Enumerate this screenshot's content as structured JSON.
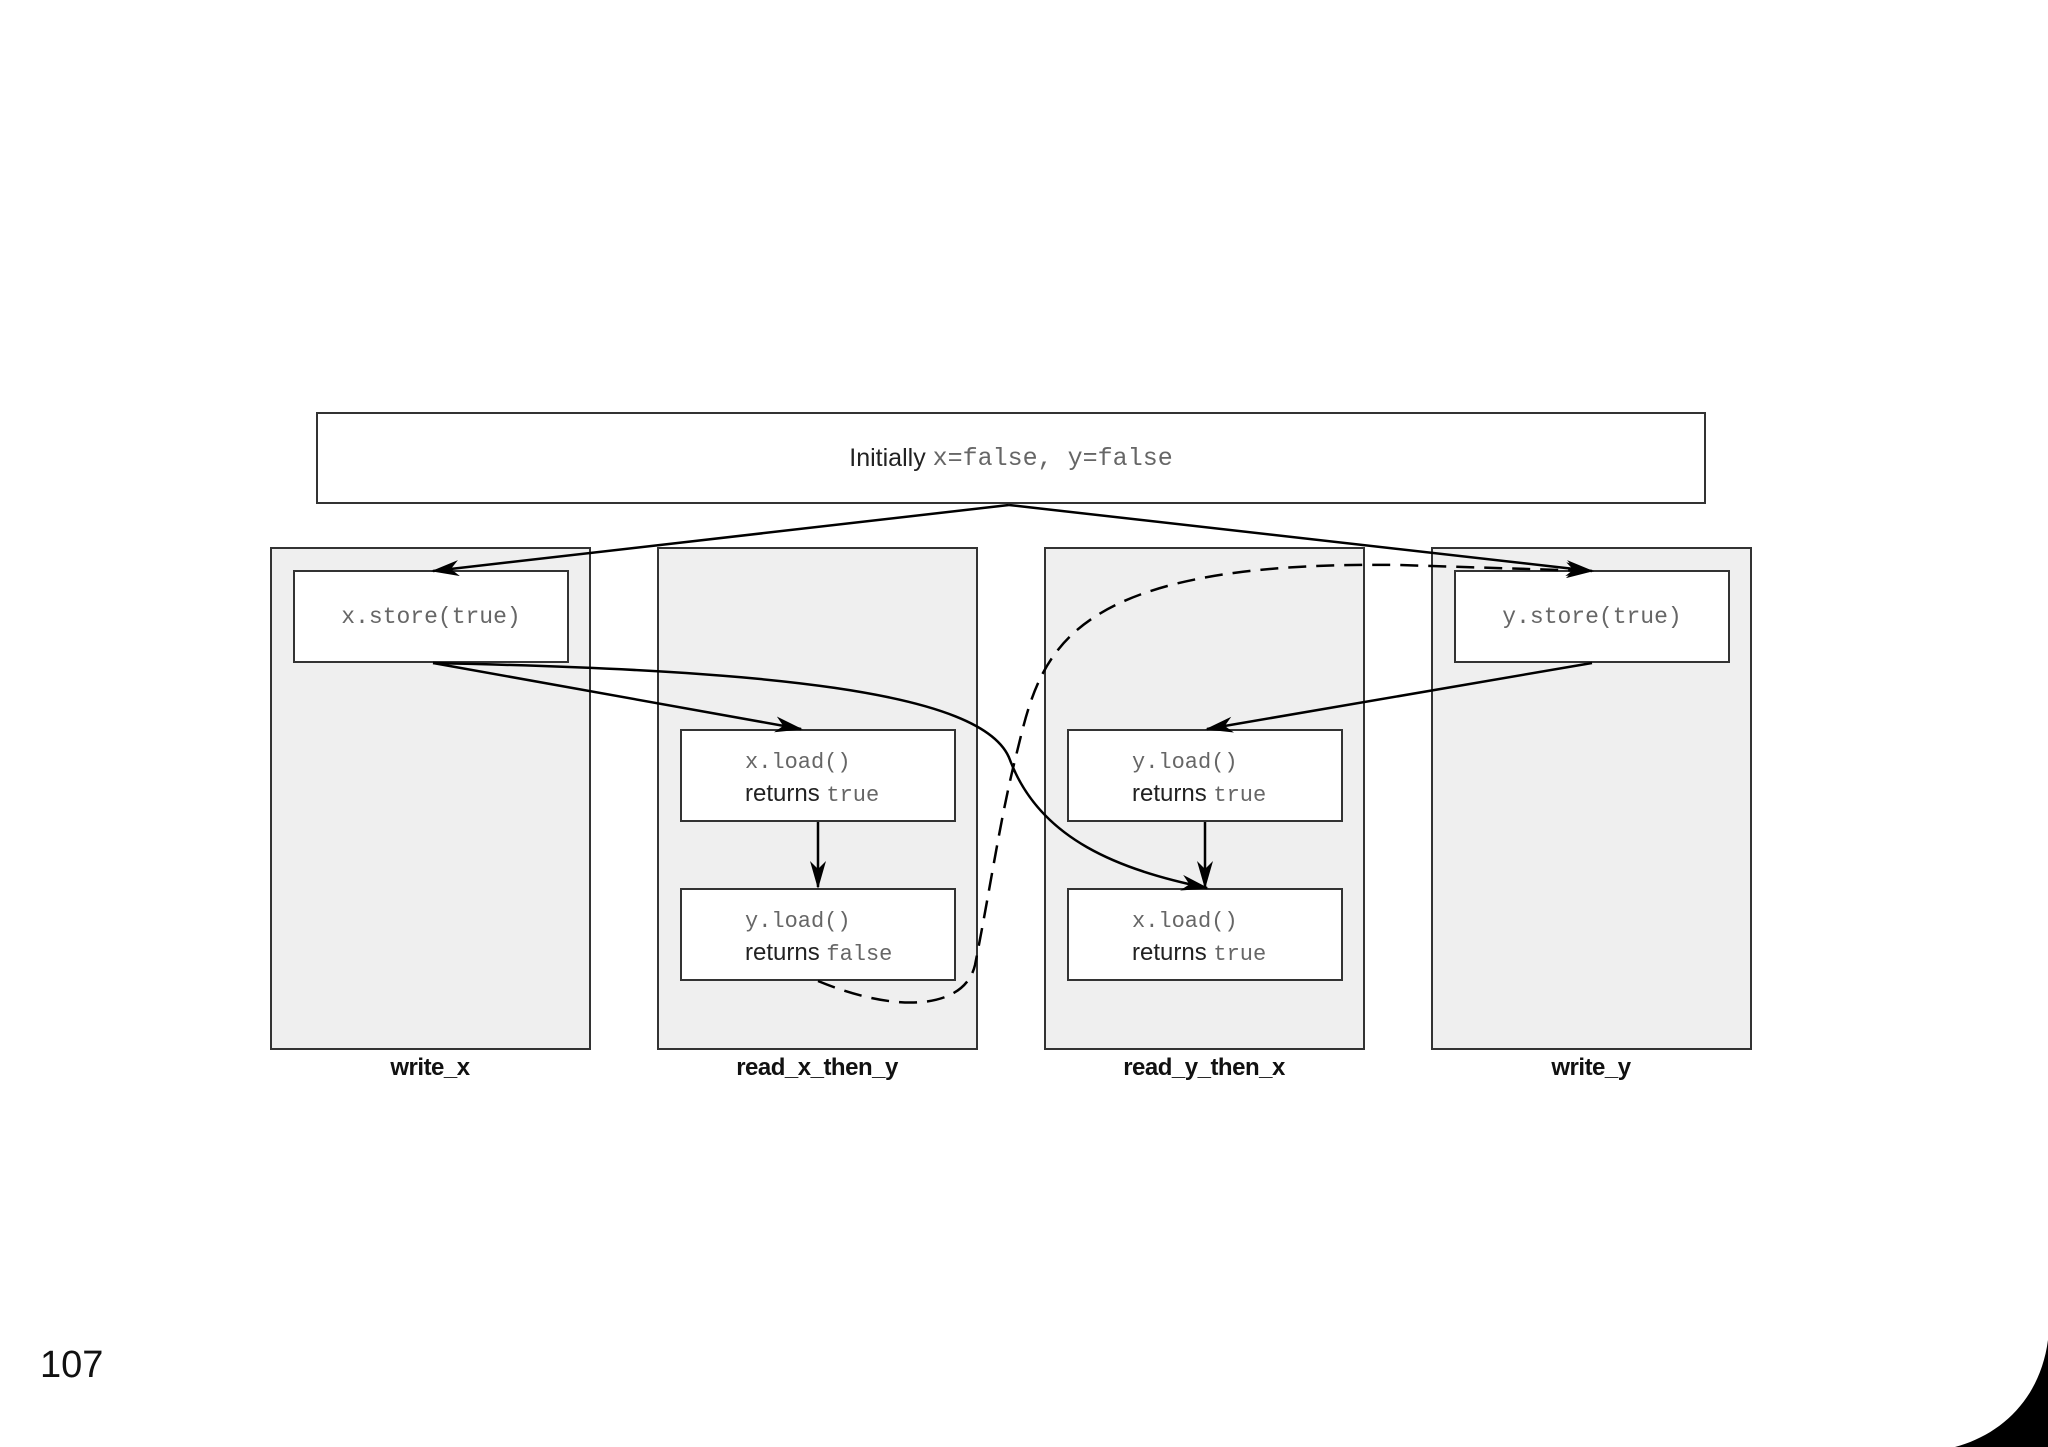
{
  "initial_state": {
    "prefix": "Initially",
    "code": "x=false, y=false"
  },
  "threads": [
    {
      "id": "write_x",
      "label": "write_x",
      "ops": [
        {
          "kind": "store",
          "code": "x.store(true)"
        }
      ]
    },
    {
      "id": "read_x_then_y",
      "label": "read_x_then_y",
      "ops": [
        {
          "kind": "load",
          "code": "x.load()",
          "returns_text": "returns",
          "returns_value": "true"
        },
        {
          "kind": "load",
          "code": "y.load()",
          "returns_text": "returns",
          "returns_value": "false"
        }
      ]
    },
    {
      "id": "read_y_then_x",
      "label": "read_y_then_x",
      "ops": [
        {
          "kind": "load",
          "code": "y.load()",
          "returns_text": "returns",
          "returns_value": "true"
        },
        {
          "kind": "load",
          "code": "x.load()",
          "returns_text": "returns",
          "returns_value": "true"
        }
      ]
    },
    {
      "id": "write_y",
      "label": "write_y",
      "ops": [
        {
          "kind": "store",
          "code": "y.store(true)"
        }
      ]
    }
  ],
  "edges": [
    {
      "from": "initial_state",
      "to": "write_x.store",
      "style": "solid"
    },
    {
      "from": "initial_state",
      "to": "write_y.store",
      "style": "solid"
    },
    {
      "from": "write_x.store",
      "to": "read_x_then_y.x_load",
      "style": "solid"
    },
    {
      "from": "write_x.store",
      "to": "read_y_then_x.x_load",
      "style": "solid"
    },
    {
      "from": "write_y.store",
      "to": "read_y_then_x.y_load",
      "style": "solid"
    },
    {
      "from": "read_x_then_y.x_load",
      "to": "read_x_then_y.y_load",
      "style": "solid"
    },
    {
      "from": "read_y_then_x.y_load",
      "to": "read_y_then_x.x_load",
      "style": "solid"
    },
    {
      "from": "read_x_then_y.y_load",
      "to": "write_y.store",
      "style": "dashed"
    }
  ],
  "page_number": "107"
}
